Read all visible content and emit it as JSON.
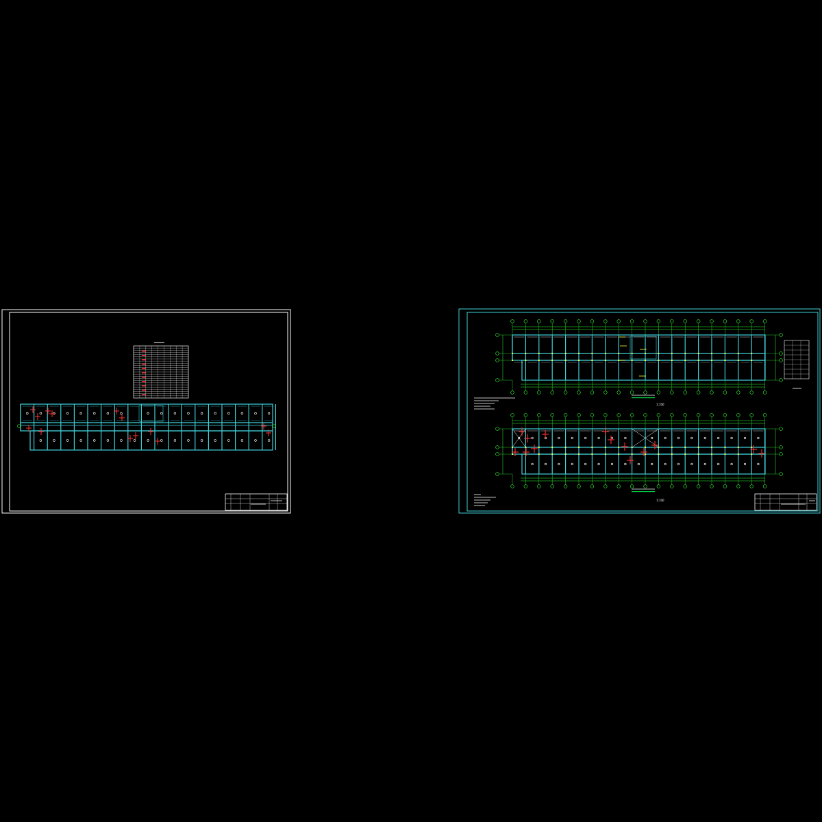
{
  "canvas": {
    "background": "#000000"
  },
  "colors": {
    "frame": "#ffffff",
    "frame_cyan": "#3fd0d8",
    "beam": "#3fd0d8",
    "axis": "#33ff33",
    "red": "#ff3333",
    "yellow": "#ffff33",
    "white": "#ffffff",
    "green_bar": "#00cc44"
  },
  "sheet_left": {
    "title_block": {
      "rows": 3,
      "cols": 6
    },
    "schedule_table": {
      "rows": 24,
      "cols": 9
    }
  },
  "sheet_right": {
    "scale_label_top": "1:100",
    "scale_label_bottom": "1:100",
    "legend_table": {
      "rows": 8,
      "cols": 3
    }
  }
}
